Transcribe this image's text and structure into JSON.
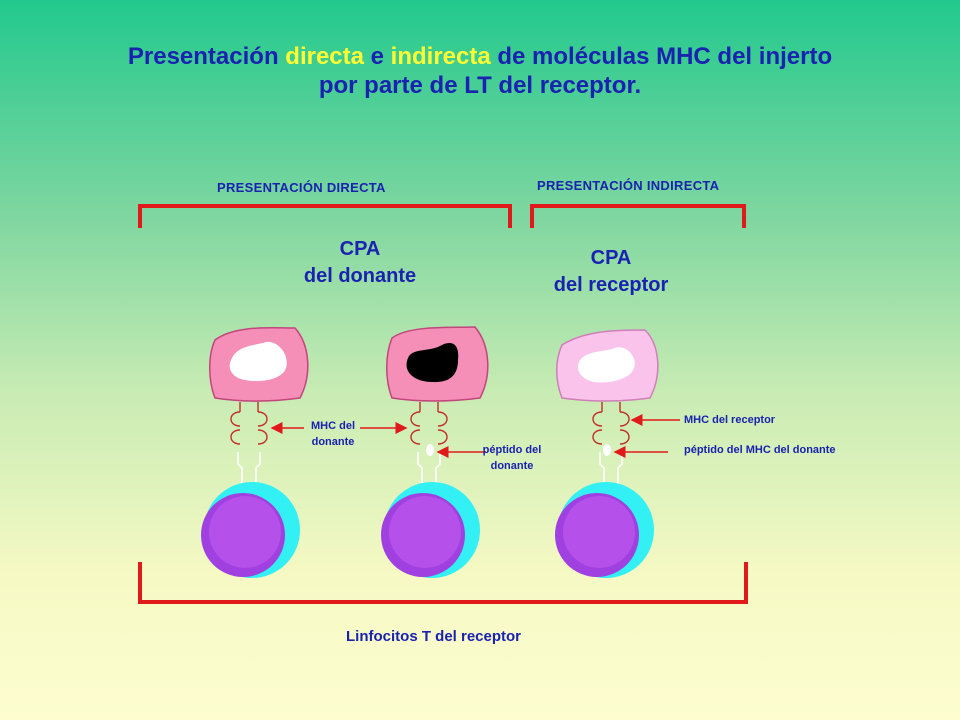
{
  "title": {
    "part1": "Presentación ",
    "highlight1": "directa",
    "part2": " e ",
    "highlight2": "indirecta",
    "part3": " de moléculas MHC del injerto",
    "line2": "por parte de LT del receptor."
  },
  "sections": {
    "direct": "PRESENTACIÓN DIRECTA",
    "indirect": "PRESENTACIÓN INDIRECTA"
  },
  "cpa": {
    "donor_line1": "CPA",
    "donor_line2": "del donante",
    "recipient_line1": "CPA",
    "recipient_line2": "del receptor"
  },
  "labels": {
    "mhc_donor_line1": "MHC del",
    "mhc_donor_line2": "donante",
    "peptide_donor_line1": "péptido del",
    "peptide_donor_line2": "donante",
    "mhc_recipient": "MHC del receptor",
    "peptide_mhc_donor": "péptido del MHC del donante",
    "t_cells": "Linfocitos T del receptor"
  },
  "colors": {
    "title": "#1a22b0",
    "highlight": "#ffff33",
    "bracket": "#e01a1a",
    "apc_donor": "#f58fb8",
    "apc_recipient": "#f9c3ec",
    "t_cell_outer": "#33f0f5",
    "t_cell_inner": "#a040e0"
  }
}
